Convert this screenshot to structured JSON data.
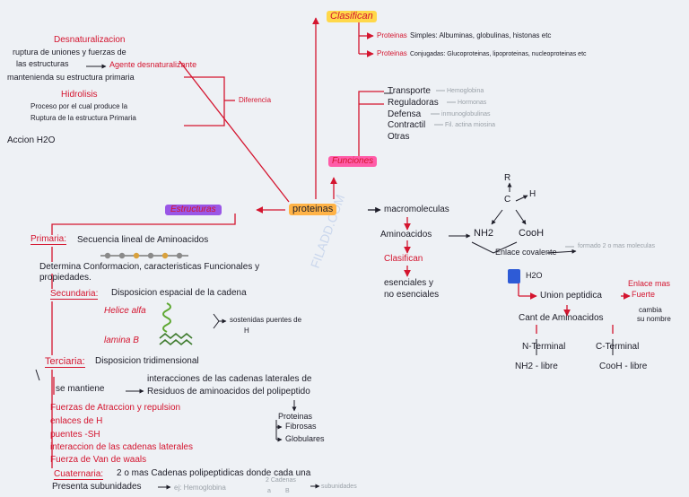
{
  "central": "proteinas",
  "clasifican_top": {
    "title": "Clasifican",
    "simples_key": "Proteinas",
    "simples_text": "Simples: Albuminas, globulinas, histonas etc",
    "conjugadas_key": "Proteinas",
    "conjugadas_text": "Conjugadas: Glucoproteinas, lipoproteinas, nucleoproteinas etc"
  },
  "funciones": {
    "title": "Funciones",
    "items": [
      "Transporte",
      "Reguladoras",
      "Defensa",
      "Contractil",
      "Otras"
    ],
    "examples": [
      "Hemoglobina",
      "Hormonas",
      "inmunoglobulinas",
      "Fil. actina miosina"
    ]
  },
  "desnaturalizacion": {
    "title": "Desnaturalizacion",
    "line1": "ruptura de uniones y fuerzas de",
    "line2_prefix": "las estructuras",
    "agent": "Agente desnaturalizante",
    "line3": "mantenienda su estructura primaria",
    "diferencia": "Diferencia"
  },
  "hidrolisis": {
    "title": "Hidrolisis",
    "line1": "Proceso por el cual produce la",
    "line2": "Ruptura de la estructura Primaria",
    "accion": "Accion H2O"
  },
  "estructuras": {
    "title": "Estructuras",
    "primaria_label": "Primaria:",
    "primaria_text": "Secuencia lineal de Aminoacidos",
    "determina_1": "Determina Conformacion, caracteristicas Funcionales y",
    "determina_2": "propiedades.",
    "secundaria_label": "Secundaria:",
    "secundaria_text": "Disposicion espacial de la cadena",
    "helice": "Helice alfa",
    "lamina": "lamina B",
    "sostenidas_1": "sostenidas puentes de",
    "sostenidas_2": "H",
    "terciaria_label": "Terciaria:",
    "terciaria_text": "Disposicion tridimensional",
    "se_mantiene": "se mantiene",
    "interacciones_1": "interacciones de las cadenas laterales de",
    "interacciones_2": "Residuos de aminoacidos del polipeptido",
    "fuerzas": [
      "Fuerzas de Atraccion y repulsion",
      "enlaces de H",
      "puentes -SH",
      "interaccion de las cadenas laterales",
      "Fuerza de Van de waals"
    ],
    "proteinas_sub": "Proteinas",
    "fibrosas": "Fibrosas",
    "globulares": "Globulares",
    "cuaternaria_label": "Cuaternaria:",
    "cuaternaria_text": "2 o mas Cadenas polipeptidicas donde cada una",
    "presenta": "Presenta subunidades",
    "ej": "ej: Hemoglobina",
    "sub_top": "2 Cadenas",
    "sub_a": "a",
    "sub_b": "B",
    "subunidades": "subunidades"
  },
  "macro": {
    "macromoleculas": "macromoleculas",
    "aminoacidos": "Aminoacidos",
    "clasifican": "Clasifican",
    "esenciales": "esenciales y",
    "no_esenciales": "no esenciales",
    "R": "R",
    "C": "C",
    "H": "H",
    "NH2": "NH2",
    "COOH": "CooH",
    "enlace": "Enlace covalente",
    "enlace_note": "formado 2 o mas moleculas",
    "h2o": "H2O",
    "union": "Union peptidica",
    "enlace_fuerte_1": "Enlace mas",
    "enlace_fuerte_2": "Fuerte",
    "cant": "Cant de Aminoacidos",
    "cambia_1": "cambia",
    "cambia_2": "su nombre",
    "n_terminal": "N-Terminal",
    "nh2_libre": "NH2 - libre",
    "c_terminal": "C-Terminal",
    "cooh_libre": "CooH - libre"
  },
  "watermark": "FILADD.COM",
  "colors": {
    "red": "#d4152f",
    "ink": "#1d1d28",
    "orange_highlight": "#ffb347",
    "yellow_highlight": "#ffd84a",
    "pink_highlight": "#ff5ca8",
    "purple_highlight": "#9a56e6",
    "green_drawing": "#5ea832",
    "blue_highlight": "#2e5bd6"
  }
}
